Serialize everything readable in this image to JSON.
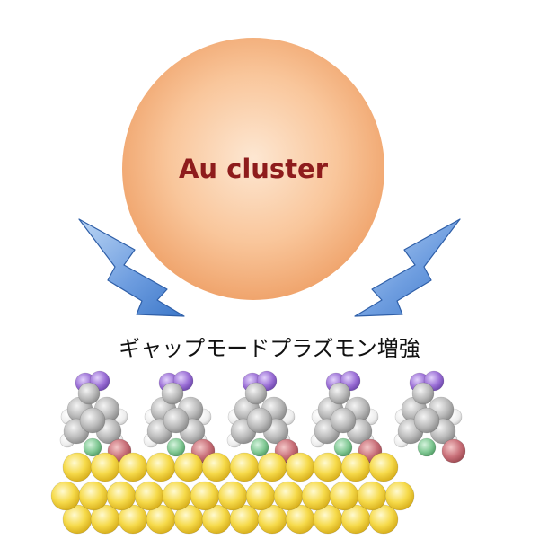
{
  "cluster": {
    "label": "Au cluster"
  },
  "caption": "ギャップモードプラズモン増強",
  "colors": {
    "sphere_light": "#fde7d2",
    "sphere_mid": "#f7b987",
    "sphere_dark": "#ee9e64",
    "label": "#8e1c1c",
    "bolt_light": "#bcd6f4",
    "bolt_dark": "#3d78c9",
    "gold_light": "#fffad0",
    "gold_mid": "#f6da4a",
    "gold_dark": "#d4a915",
    "iodine": "#9b6fd6",
    "carbon": "#b9b9b9",
    "hydrogen": "#f0f0f0",
    "nitrogen": "#82c995",
    "sulfur": "#c86f78"
  },
  "molecule_count": 5
}
